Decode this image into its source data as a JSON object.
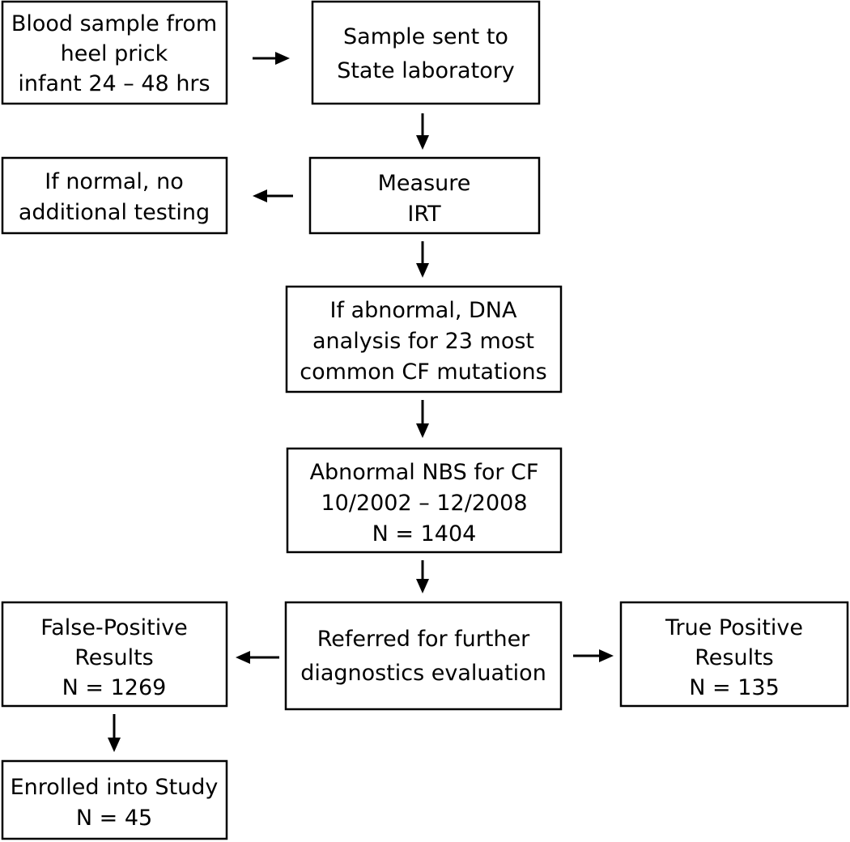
{
  "nodes": {
    "blood_sample": {
      "lines": [
        "Blood sample from",
        "heel prick",
        "infant 24 – 48 hrs"
      ]
    },
    "sample_sent": {
      "lines": [
        "Sample sent to",
        "State laboratory"
      ]
    },
    "if_normal": {
      "lines": [
        "If normal, no",
        "additional testing"
      ]
    },
    "measure_irt": {
      "lines": [
        "Measure",
        "IRT"
      ]
    },
    "dna_analysis": {
      "lines": [
        "If abnormal, DNA",
        "analysis for 23 most",
        "common CF mutations"
      ]
    },
    "abnormal_nbs": {
      "lines": [
        "Abnormal NBS for CF",
        "10/2002 – 12/2008",
        "N = 1404"
      ]
    },
    "referred": {
      "lines": [
        "Referred for further",
        "diagnostics evaluation"
      ]
    },
    "false_positive": {
      "lines": [
        "False-Positive",
        "Results",
        "N = 1269"
      ]
    },
    "true_positive": {
      "lines": [
        "True Positive",
        "Results",
        "N = 135"
      ]
    },
    "enrolled": {
      "lines": [
        "Enrolled into Study",
        "N = 45"
      ]
    }
  }
}
